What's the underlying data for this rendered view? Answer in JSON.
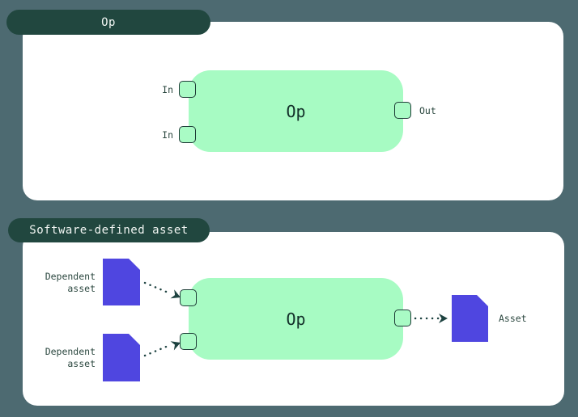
{
  "colors": {
    "background": "#4d6a71",
    "panel_bg": "#ffffff",
    "tab_bg": "#21473f",
    "tab_text": "#f2f6f3",
    "op_box_bg": "#a7fbc3",
    "op_box_text": "#13302a",
    "port_fill": "#a9fbc5",
    "port_border": "#1e3c37",
    "label_text": "#2b473f",
    "asset_fill": "#4f46e0",
    "arrow_color": "#1d4240"
  },
  "op_panel": {
    "tab_label": "Op",
    "box_label": "Op",
    "input_1_label": "In",
    "input_2_label": "In",
    "output_label": "Out"
  },
  "sda_panel": {
    "tab_label": "Software-defined asset",
    "box_label": "Op",
    "dependent_asset_1_line1": "Dependent",
    "dependent_asset_1_line2": "asset",
    "dependent_asset_2_line1": "Dependent",
    "dependent_asset_2_line2": "asset",
    "output_asset_label": "Asset"
  }
}
